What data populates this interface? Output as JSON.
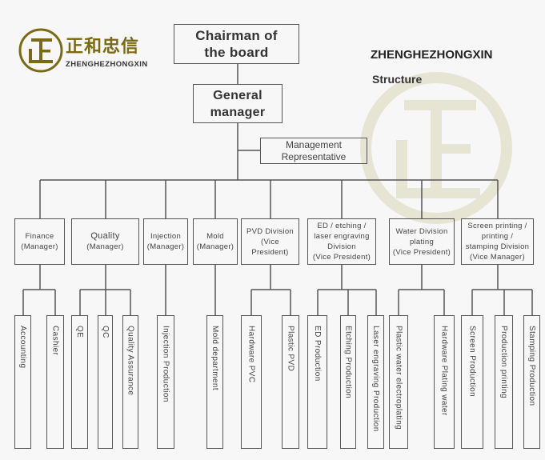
{
  "logo": {
    "chinese_name": "正和忠信",
    "english_name": "ZHENGHEZHONGXIN",
    "emblem_glyph": "正",
    "brand_color": "#7a6a14"
  },
  "header": {
    "company": "ZHENGHEZHONGXIN",
    "subtitle": "Structure"
  },
  "watermark": {
    "icon": "company-emblem-watermark",
    "color": "#e6e4d2"
  },
  "org": {
    "chairman": {
      "line1": "Chairman of",
      "line2": "the board"
    },
    "general_manager": {
      "line1": "General",
      "line2": "manager"
    },
    "management_rep": {
      "line1": "Management",
      "line2": "Representative"
    },
    "divisions": [
      {
        "lines": [
          "Finance",
          "(Manager)"
        ],
        "children": [
          "Accounting",
          "Cashier"
        ]
      },
      {
        "lines": [
          "Quality",
          "(Manager)"
        ],
        "children": [
          "QE",
          "QC",
          "Quality Assurance"
        ]
      },
      {
        "lines": [
          "Injection",
          "(Manager)"
        ],
        "children": [
          "Injection Production"
        ]
      },
      {
        "lines": [
          "Mold",
          "(Manager)"
        ],
        "children": [
          "Mold department"
        ]
      },
      {
        "lines": [
          "PVD Division",
          "(Vice",
          "President)"
        ],
        "children": [
          "Hardware PVC",
          "Plastic PVD"
        ]
      },
      {
        "lines": [
          "ED / etching /",
          "laser engraving",
          "Division",
          "(Vice President)"
        ],
        "children": [
          "ED Production",
          "Etching Production",
          "Laser engraving Production"
        ]
      },
      {
        "lines": [
          "Water Division",
          "plating",
          "(Vice President)"
        ],
        "children": [
          "Plastic water electroplating",
          "Hardware Plating water"
        ]
      },
      {
        "lines": [
          "Screen printing /",
          "printing /",
          "stamping Division",
          "(Vice Manager)"
        ],
        "children": [
          "Screen Production",
          "Production printing",
          "Stamping Production"
        ]
      }
    ]
  }
}
